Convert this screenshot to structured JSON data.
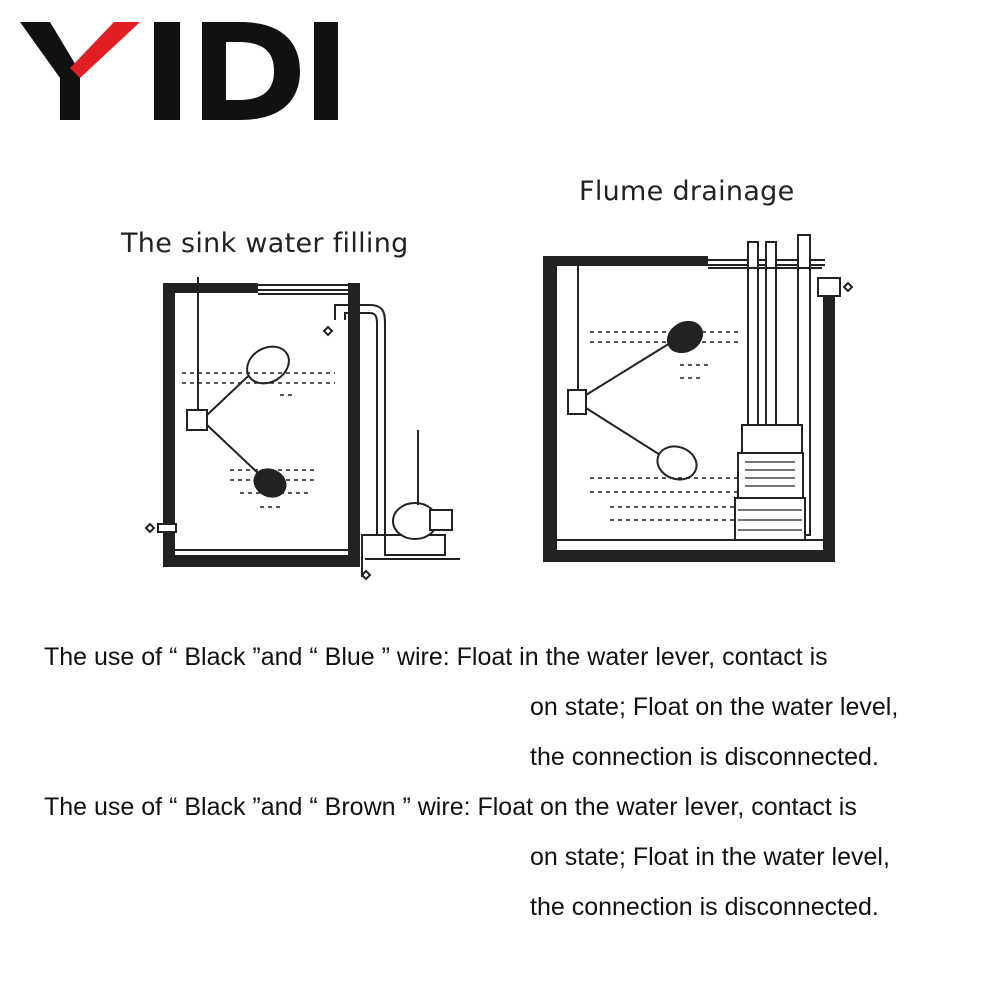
{
  "brand": {
    "logo_text": "YIDI",
    "colors": {
      "black": "#111111",
      "accent": "#e01e24"
    }
  },
  "diagrams": {
    "left": {
      "title": "The sink water filling"
    },
    "right": {
      "title": "Flume drainage"
    }
  },
  "descriptions": [
    {
      "lead": "The use of “ Black ”and “ Blue ” wire: Float in the water lever, contact is",
      "continuation": [
        "on state; Float on the water level,",
        "the connection is disconnected."
      ]
    },
    {
      "lead": "The use of “ Black ”and “ Brown ” wire: Float on the water lever, contact is",
      "continuation": [
        "on state; Float in the water level,",
        "the connection is disconnected."
      ]
    }
  ]
}
